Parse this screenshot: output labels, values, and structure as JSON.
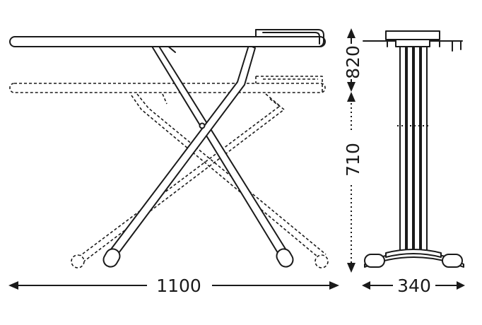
{
  "dimensions": {
    "width_label": "1100",
    "depth_label": "340",
    "height_max_label": "820",
    "height_min_label": "710"
  }
}
